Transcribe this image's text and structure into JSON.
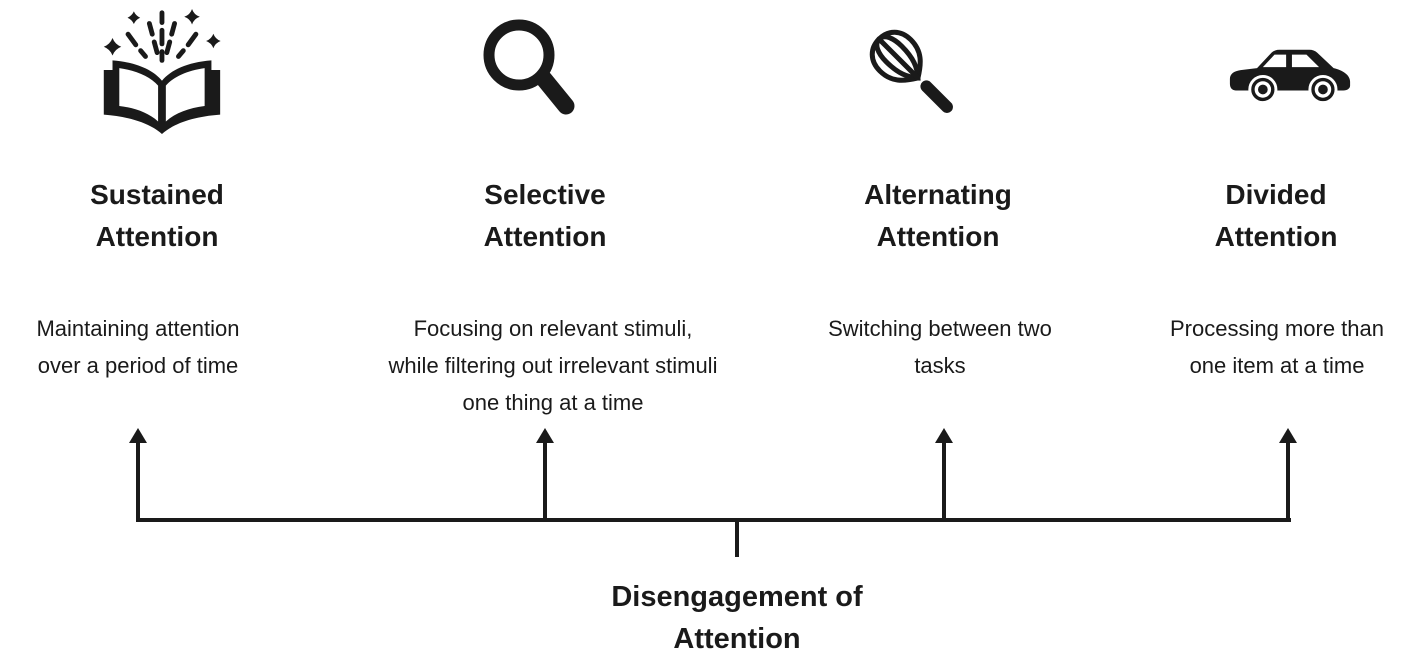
{
  "figure": {
    "background": "#ffffff",
    "ink_color": "#1a1a1a",
    "columns": [
      {
        "id": "sustained-attention",
        "icon": "open-book-sparkles-icon",
        "title_line1": "Sustained",
        "title_line2": "Attention",
        "desc_line1": "Maintaining attention",
        "desc_line2": "over a period of time"
      },
      {
        "id": "selective-attention",
        "icon": "magnifying-glass-icon",
        "title_line1": "Selective",
        "title_line2": "Attention",
        "desc_line1": "Focusing on relevant stimuli,",
        "desc_line2": "while filtering out irrelevant stimuli",
        "desc_line3": "one thing at a time"
      },
      {
        "id": "alternating-attention",
        "icon": "whisk-icon",
        "title_line1": "Alternating",
        "title_line2": "Attention",
        "desc_line1": "Switching between two",
        "desc_line2": "tasks"
      },
      {
        "id": "divided-attention",
        "icon": "car-icon",
        "title_line1": "Divided",
        "title_line2": "Attention",
        "desc_line1": "Processing more than",
        "desc_line2": "one item at a time"
      }
    ],
    "footer": {
      "line1": "Disengagement of",
      "line2": "Attention"
    }
  }
}
